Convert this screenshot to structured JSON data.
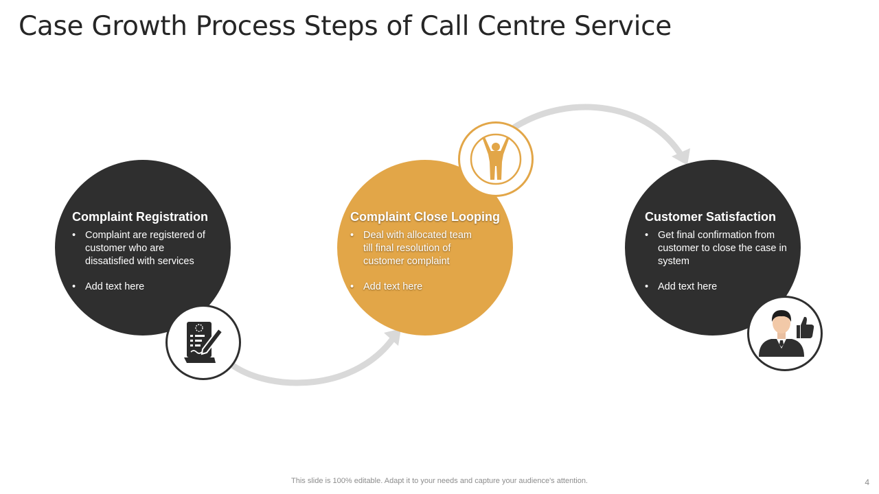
{
  "slide": {
    "title": "Case Growth Process Steps of Call Centre Service",
    "footer": "This slide is 100% editable. Adapt it to your needs and capture your audience's attention.",
    "page_number": "4"
  },
  "colors": {
    "dark_circle": "#2f2f2f",
    "gold_circle": "#e2a648",
    "connector": "#d9d9d9",
    "title_text": "#262626"
  },
  "steps": [
    {
      "heading": "Complaint Registration",
      "bullets": [
        "Complaint are registered of customer who are dissatisfied with services",
        "Add text here"
      ],
      "icon": "document-signing-icon"
    },
    {
      "heading": "Complaint Close Looping",
      "bullets": [
        "Deal with allocated team till final resolution of customer complaint",
        "Add text here"
      ],
      "icon": "person-celebrating-icon"
    },
    {
      "heading": "Customer Satisfaction",
      "bullets": [
        "Get final confirmation from customer to close the case in system",
        "Add text here"
      ],
      "icon": "customer-thumbs-up-icon"
    }
  ]
}
